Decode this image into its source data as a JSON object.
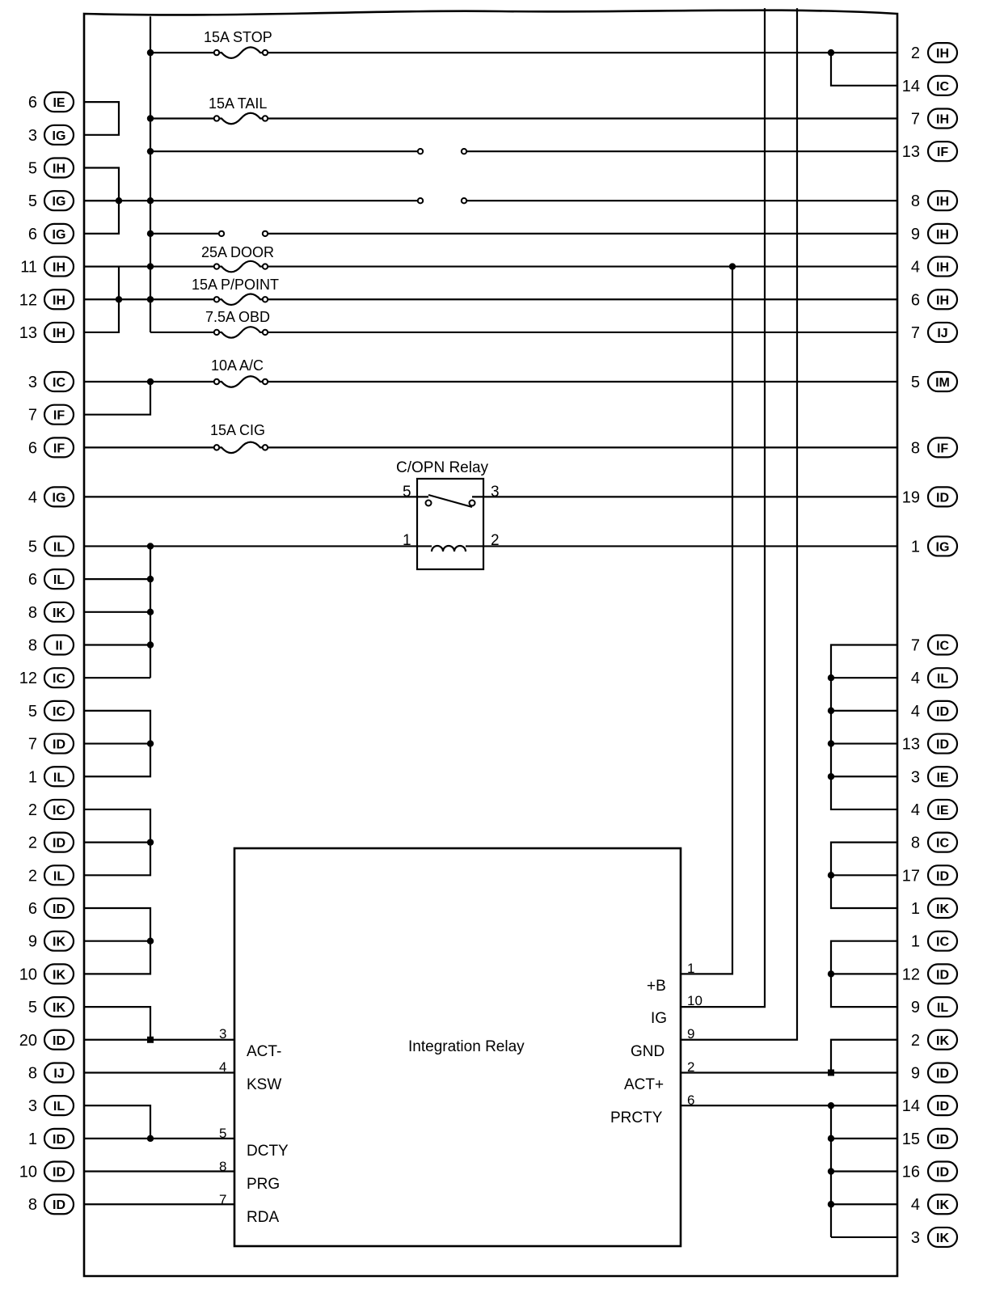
{
  "left_connectors": [
    {
      "num": "6",
      "code": "IE"
    },
    {
      "num": "3",
      "code": "IG"
    },
    {
      "num": "5",
      "code": "IH"
    },
    {
      "num": "5",
      "code": "IG"
    },
    {
      "num": "6",
      "code": "IG"
    },
    {
      "num": "11",
      "code": "IH"
    },
    {
      "num": "12",
      "code": "IH"
    },
    {
      "num": "13",
      "code": "IH"
    },
    {
      "num": "3",
      "code": "IC"
    },
    {
      "num": "7",
      "code": "IF"
    },
    {
      "num": "6",
      "code": "IF"
    },
    {
      "num": "4",
      "code": "IG"
    },
    {
      "num": "5",
      "code": "IL"
    },
    {
      "num": "6",
      "code": "IL"
    },
    {
      "num": "8",
      "code": "IK"
    },
    {
      "num": "8",
      "code": "II"
    },
    {
      "num": "12",
      "code": "IC"
    },
    {
      "num": "5",
      "code": "IC"
    },
    {
      "num": "7",
      "code": "ID"
    },
    {
      "num": "1",
      "code": "IL"
    },
    {
      "num": "2",
      "code": "IC"
    },
    {
      "num": "2",
      "code": "ID"
    },
    {
      "num": "2",
      "code": "IL"
    },
    {
      "num": "6",
      "code": "ID"
    },
    {
      "num": "9",
      "code": "IK"
    },
    {
      "num": "10",
      "code": "IK"
    },
    {
      "num": "5",
      "code": "IK"
    },
    {
      "num": "20",
      "code": "ID"
    },
    {
      "num": "8",
      "code": "IJ"
    },
    {
      "num": "3",
      "code": "IL"
    },
    {
      "num": "1",
      "code": "ID"
    },
    {
      "num": "10",
      "code": "ID"
    },
    {
      "num": "8",
      "code": "ID"
    }
  ],
  "right_connectors": [
    {
      "num": "2",
      "code": "IH"
    },
    {
      "num": "14",
      "code": "IC"
    },
    {
      "num": "7",
      "code": "IH"
    },
    {
      "num": "13",
      "code": "IF"
    },
    {
      "num": "8",
      "code": "IH"
    },
    {
      "num": "9",
      "code": "IH"
    },
    {
      "num": "4",
      "code": "IH"
    },
    {
      "num": "6",
      "code": "IH"
    },
    {
      "num": "7",
      "code": "IJ"
    },
    {
      "num": "5",
      "code": "IM"
    },
    {
      "num": "8",
      "code": "IF"
    },
    {
      "num": "19",
      "code": "ID"
    },
    {
      "num": "1",
      "code": "IG"
    },
    {
      "num": "7",
      "code": "IC"
    },
    {
      "num": "4",
      "code": "IL"
    },
    {
      "num": "4",
      "code": "ID"
    },
    {
      "num": "13",
      "code": "ID"
    },
    {
      "num": "3",
      "code": "IE"
    },
    {
      "num": "4",
      "code": "IE"
    },
    {
      "num": "8",
      "code": "IC"
    },
    {
      "num": "17",
      "code": "ID"
    },
    {
      "num": "1",
      "code": "IK"
    },
    {
      "num": "1",
      "code": "IC"
    },
    {
      "num": "12",
      "code": "ID"
    },
    {
      "num": "9",
      "code": "IL"
    },
    {
      "num": "2",
      "code": "IK"
    },
    {
      "num": "9",
      "code": "ID"
    },
    {
      "num": "14",
      "code": "ID"
    },
    {
      "num": "15",
      "code": "ID"
    },
    {
      "num": "16",
      "code": "ID"
    },
    {
      "num": "4",
      "code": "IK"
    },
    {
      "num": "3",
      "code": "IK"
    }
  ],
  "fuses": [
    "15A STOP",
    "15A TAIL",
    "25A DOOR",
    "15A P/POINT",
    "7.5A OBD",
    "10A A/C",
    "15A CIG"
  ],
  "relay": {
    "title": "C/OPN Relay",
    "pin_5": "5",
    "pin_3": "3",
    "pin_1": "1",
    "pin_2": "2"
  },
  "integration_relay": {
    "title": "Integration Relay",
    "left_terminals": [
      {
        "pin": "3",
        "name": "ACT-"
      },
      {
        "pin": "4",
        "name": "KSW"
      },
      {
        "pin": "5",
        "name": "DCTY"
      },
      {
        "pin": "8",
        "name": "PRG"
      },
      {
        "pin": "7",
        "name": "RDA"
      }
    ],
    "right_terminals": [
      {
        "pin": "1",
        "name": "+B"
      },
      {
        "pin": "10",
        "name": "IG"
      },
      {
        "pin": "9",
        "name": "GND"
      },
      {
        "pin": "2",
        "name": "ACT+"
      },
      {
        "pin": "6",
        "name": "PRCTY"
      }
    ]
  }
}
